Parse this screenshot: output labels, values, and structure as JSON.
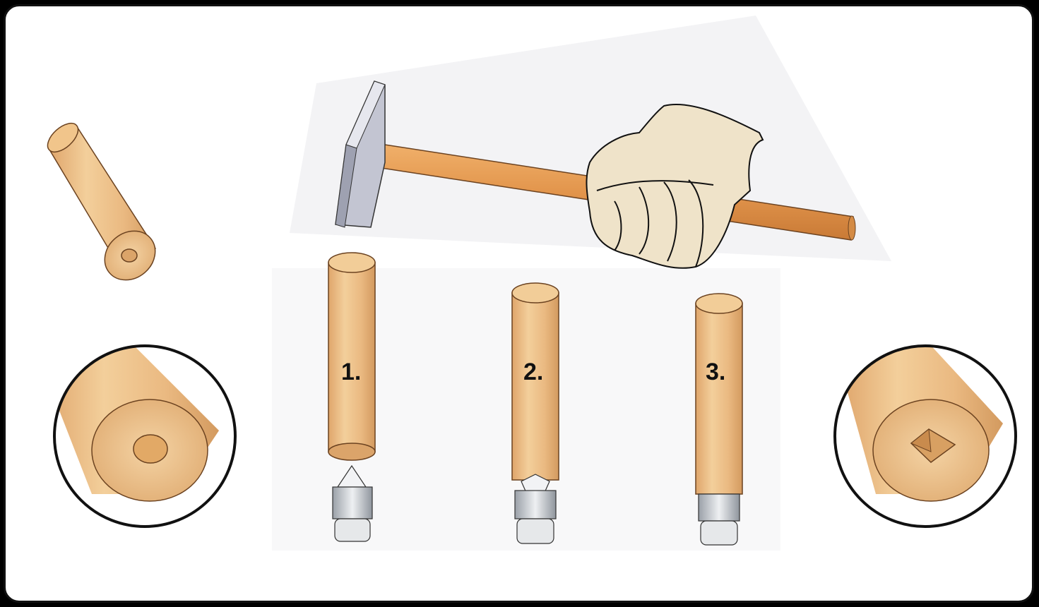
{
  "steps": [
    {
      "label": "1."
    },
    {
      "label": "2."
    },
    {
      "label": "3."
    }
  ],
  "colors": {
    "wood_light": "#f0c890",
    "wood_mid": "#e6b078",
    "wood_dark": "#c98a4c",
    "outline": "#111111",
    "hammer_head": "#b9bccb",
    "handle": "#e69a52",
    "glove": "#efe2c8"
  }
}
